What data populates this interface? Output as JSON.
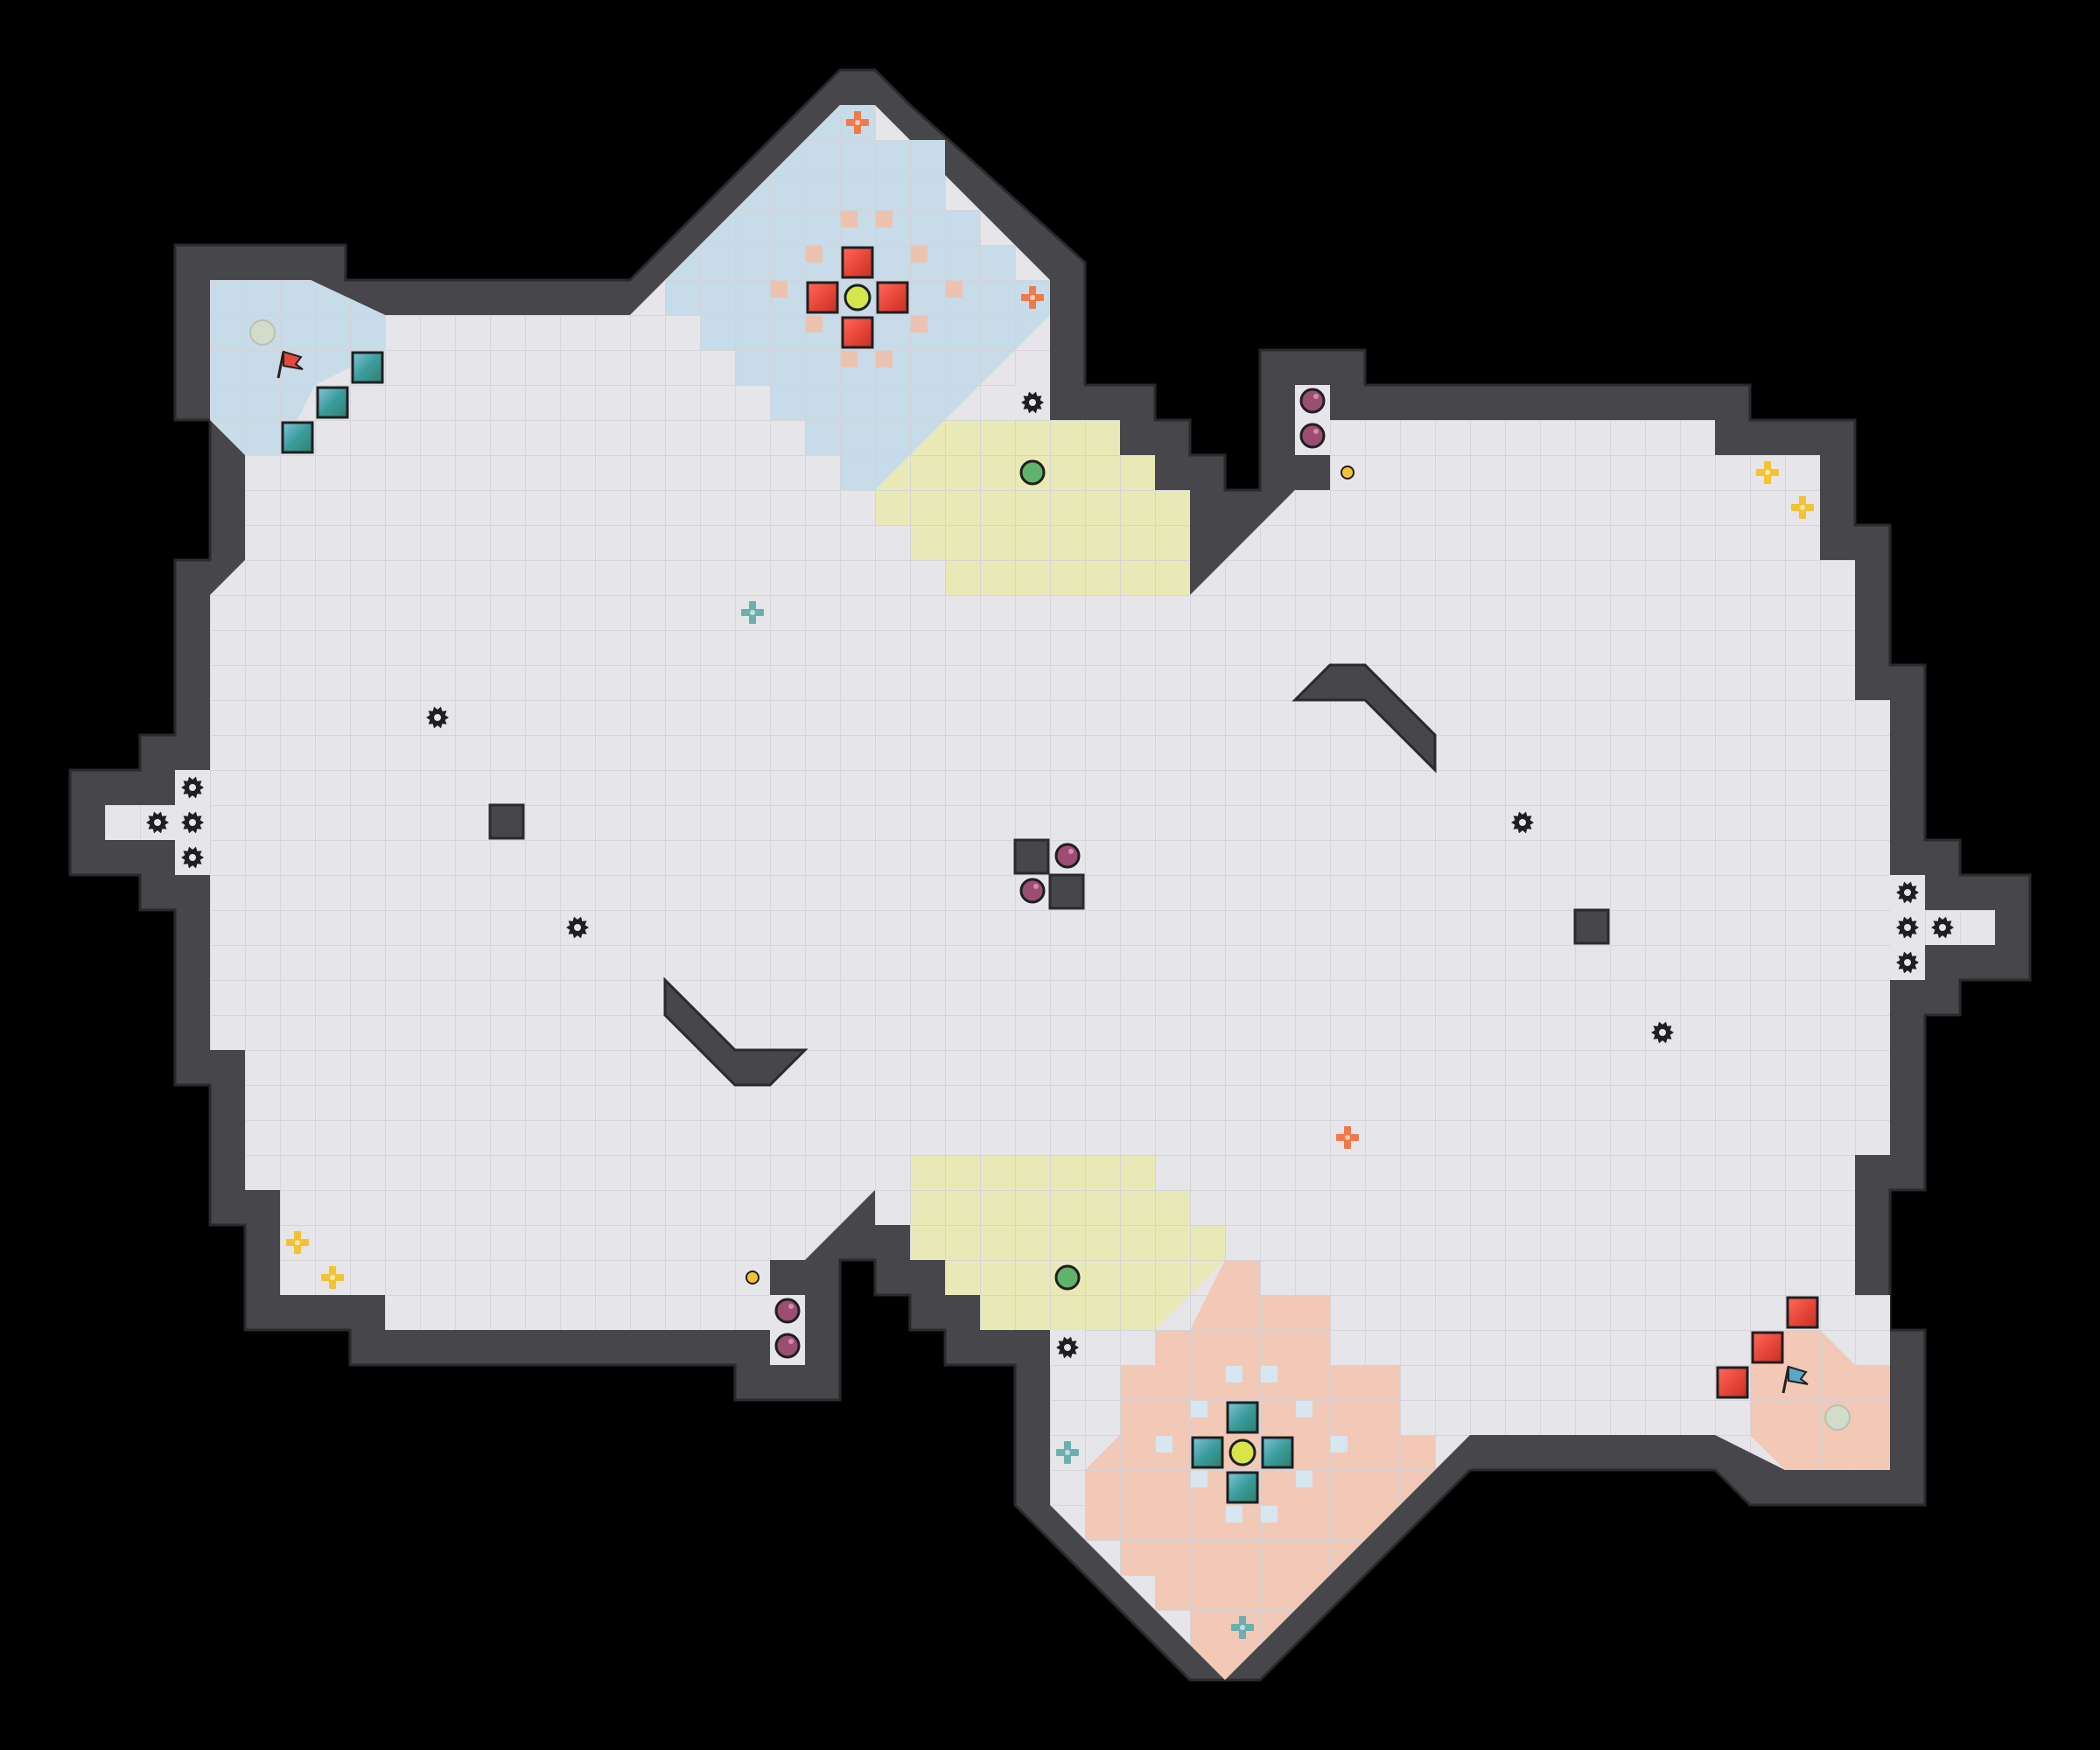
{
  "screen": {
    "title": "",
    "background": "#000000"
  },
  "colors": {
    "wall": "#46464b",
    "wall_edge": "#2c2c30",
    "floor": "#e6e6ea",
    "floor_line": "#d2d2d8",
    "blue_zone": "#c7dbe9",
    "orange_zone": "#f2c8b6",
    "yellow_zone": "#e9e9b7",
    "red_block": "#e8473a",
    "teal_block": "#3b9c9c",
    "bomb": "#9c4d72",
    "plus_orange": "#f07a4a",
    "plus_teal": "#6ab0ac",
    "plus_yellow": "#f4c232",
    "core": "#d6e64a",
    "pad": "#5fb36a",
    "coin": "#f4c232"
  },
  "legend_icons": {
    "spawn_flag_red": "flag-red-icon",
    "spawn_flag_blue": "flag-blue-icon",
    "sawblade": "gear-icon",
    "bomb": "bomb-icon",
    "heal_plus": "plus-icon",
    "core": "core-icon",
    "jump_pad": "pad-icon",
    "coin": "coin-icon"
  },
  "map": {
    "teams": [
      "red",
      "blue"
    ],
    "zones": [
      "blue-base",
      "red-base",
      "north-yellow",
      "south-yellow"
    ]
  }
}
